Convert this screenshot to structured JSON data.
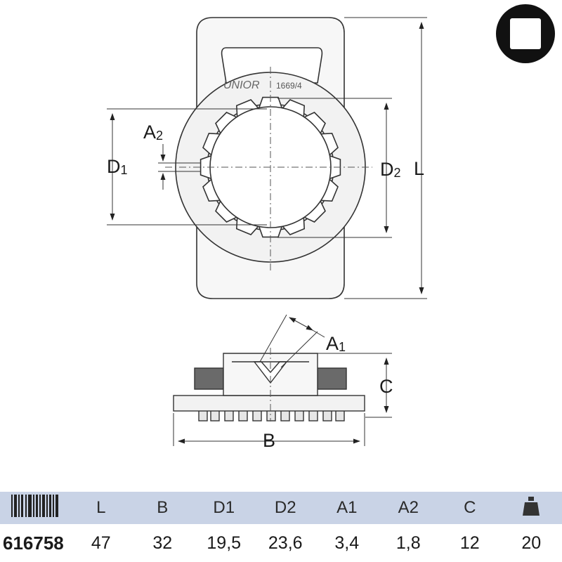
{
  "product": {
    "brand": "UNIOR",
    "model": "1669/4"
  },
  "drawing_labels": {
    "a2": "A",
    "a2_sub": "2",
    "d1": "D",
    "d1_sub": "1",
    "d2": "D",
    "d2_sub": "2",
    "l": "L",
    "a1": "A",
    "a1_sub": "1",
    "c": "C",
    "b": "B"
  },
  "drive_icon": "square-drive-icon",
  "table": {
    "barcode_icon": "barcode-icon",
    "weight_icon": "weight-icon",
    "columns": [
      "L",
      "B",
      "D1",
      "D2",
      "A1",
      "A2",
      "C"
    ],
    "row": {
      "code": "616758",
      "values": [
        "47",
        "32",
        "19,5",
        "23,6",
        "3,4",
        "1,8",
        "12",
        "20"
      ]
    },
    "header_color": "#c9d3e6"
  }
}
